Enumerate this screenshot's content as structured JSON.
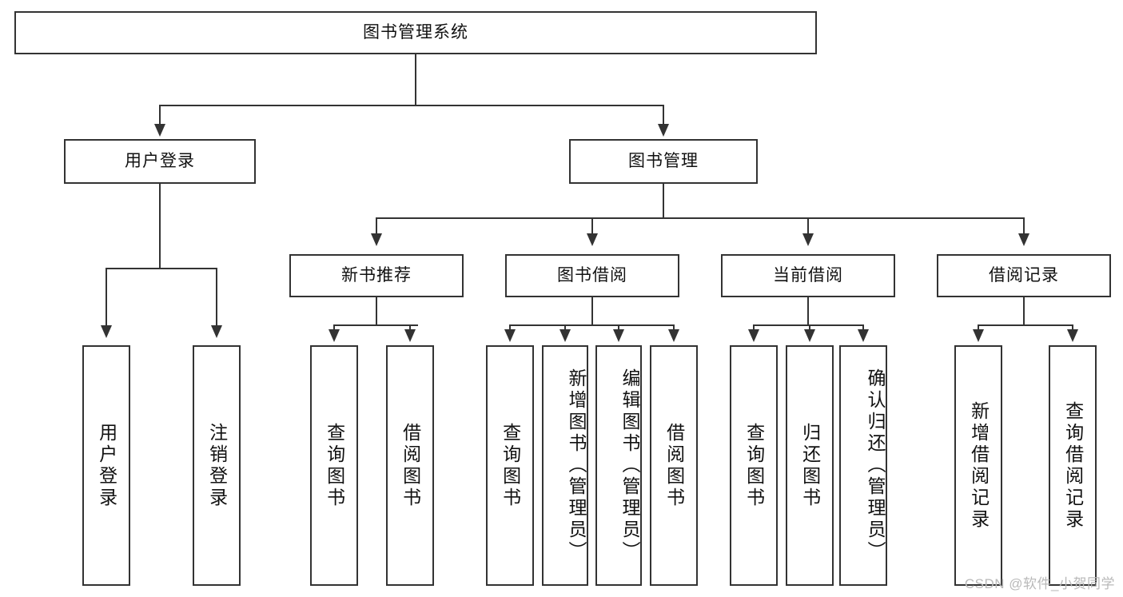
{
  "diagram": {
    "type": "tree",
    "title": "图书管理系统",
    "watermark": "CSDN @软件_小贺同学",
    "colors": {
      "stroke": "#333333",
      "fill": "#ffffff",
      "text": "#111111",
      "watermark": "#b9b9b9"
    },
    "root": {
      "label": "图书管理系统"
    },
    "level2": [
      {
        "label": "用户登录"
      },
      {
        "label": "图书管理"
      }
    ],
    "level3": [
      {
        "label": "新书推荐"
      },
      {
        "label": "图书借阅"
      },
      {
        "label": "当前借阅"
      },
      {
        "label": "借阅记录"
      }
    ],
    "leaves": {
      "user_login": [
        {
          "label": "用户登录"
        },
        {
          "label": "注销登录"
        }
      ],
      "new_book": [
        {
          "label": "查询图书"
        },
        {
          "label": "借阅图书"
        }
      ],
      "book_borrow": [
        {
          "label": "查询图书"
        },
        {
          "label": "新增图书（管理员）"
        },
        {
          "label": "编辑图书（管理员）"
        },
        {
          "label": "借阅图书"
        }
      ],
      "current_borrow": [
        {
          "label": "查询图书"
        },
        {
          "label": "归还图书"
        },
        {
          "label": "确认归还（管理员）"
        }
      ],
      "borrow_record": [
        {
          "label": "新增借阅记录"
        },
        {
          "label": "查询借阅记录"
        }
      ]
    }
  }
}
